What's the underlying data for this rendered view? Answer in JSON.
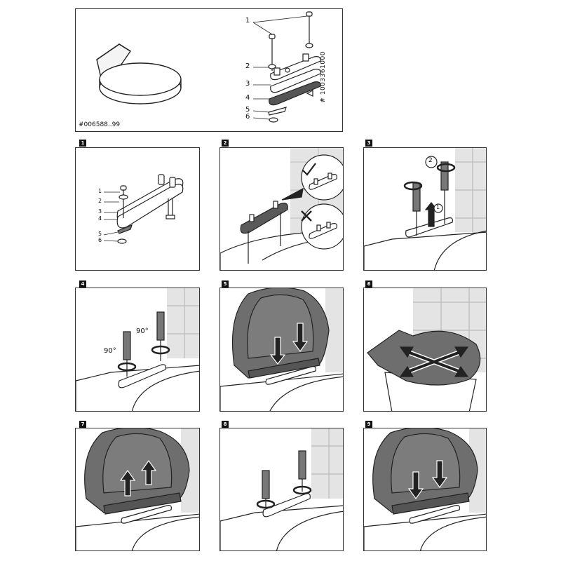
{
  "overview": {
    "seat_code": "#006588..99",
    "kit_code": "# 1003361000",
    "callouts": [
      "1",
      "2",
      "3",
      "4",
      "5",
      "6"
    ]
  },
  "steps": [
    {
      "number": "1",
      "callouts": [
        "1",
        "2",
        "3",
        "4",
        "5",
        "6"
      ]
    },
    {
      "number": "2"
    },
    {
      "number": "3",
      "markers": [
        "2",
        "1"
      ]
    },
    {
      "number": "4",
      "angles": [
        "90°",
        "90°"
      ]
    },
    {
      "number": "5"
    },
    {
      "number": "6"
    },
    {
      "number": "7"
    },
    {
      "number": "8"
    },
    {
      "number": "9"
    }
  ],
  "colors": {
    "line": "#222222",
    "seat_fill": "#6e6e6e",
    "part_fill": "#4a4a4a",
    "tile": "#e4e4e4"
  }
}
